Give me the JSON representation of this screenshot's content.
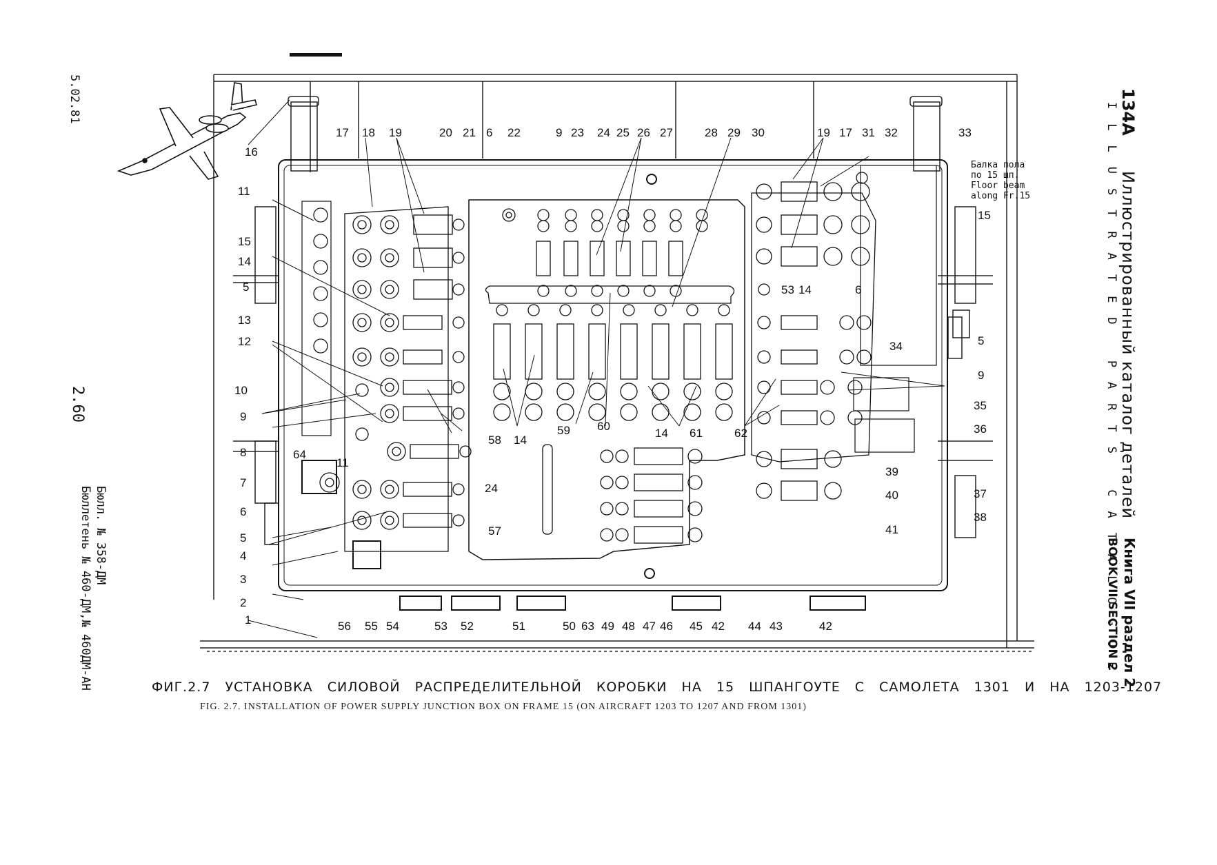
{
  "header": {
    "date_code": "5.02.81",
    "page_number": "2.60",
    "model": "134А",
    "title_ru": "Иллюстрированный каталог деталей",
    "title_en": "ILLUSTRATED PARTS CATALOGUE",
    "book_ru": "Книга VII раздел 2",
    "book_en": "BOOK VII SECTION 2"
  },
  "bulletins": {
    "line1": "Бюлл. № 358-ДМ",
    "line2": "Бюллетень № 460-ДМ,№ 460ДМ-АН"
  },
  "floor_note": {
    "ru_line1": "Балка пола",
    "ru_line2": "по 15 шп.",
    "en_line1": "Floor beam",
    "en_line2": "along Fr.15"
  },
  "caption": {
    "ru": "ФИГ.2.7 УСТАНОВКА СИЛОВОЙ РАСПРЕДЕЛИТЕЛЬНОЙ КОРОБКИ НА 15 ШПАНГОУТЕ С САМОЛЕТА 1301 И НА 1203-1207",
    "en": "FIG. 2.7. INSTALLATION OF POWER SUPPLY JUNCTION BOX ON FRAME 15 (ON AIRCRAFT 1203 TO 1207 AND FROM 1301)"
  },
  "callouts": {
    "top": [
      "17",
      "18",
      "19",
      "20",
      "21",
      "6",
      "22",
      "9",
      "23",
      "24",
      "25",
      "26",
      "27",
      "28",
      "29",
      "30",
      "19",
      "17",
      "31",
      "32",
      "33"
    ],
    "left": [
      "16",
      "11",
      "15",
      "14",
      "5",
      "13",
      "12",
      "10",
      "9",
      "8",
      "64",
      "11",
      "7",
      "6",
      "5",
      "4",
      "3",
      "2",
      "1"
    ],
    "right": [
      "15",
      "53",
      "14",
      "6",
      "5",
      "34",
      "9",
      "35",
      "36",
      "39",
      "37",
      "40",
      "41",
      "38"
    ],
    "bottom": [
      "56",
      "55",
      "54",
      "53",
      "52",
      "51",
      "50",
      "63",
      "49",
      "48",
      "47",
      "46",
      "45",
      "42",
      "44",
      "43",
      "42"
    ],
    "inner": [
      "58",
      "14",
      "59",
      "60",
      "61",
      "62",
      "14",
      "24",
      "57"
    ]
  }
}
